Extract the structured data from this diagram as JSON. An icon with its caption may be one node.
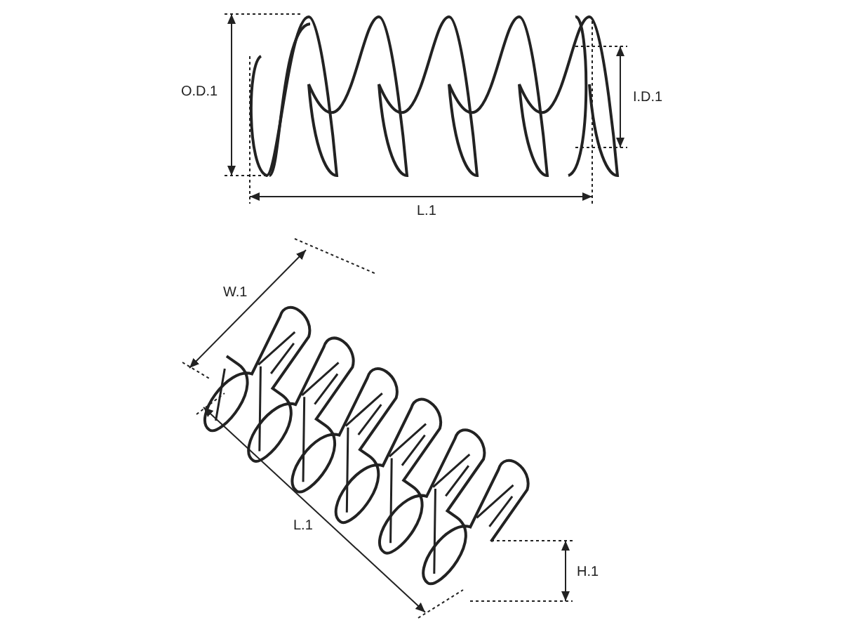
{
  "diagram": {
    "labels": [
      "O.D.1",
      "I.D.1",
      "L.1",
      "W.1",
      "L.1",
      "H.1"
    ]
  }
}
